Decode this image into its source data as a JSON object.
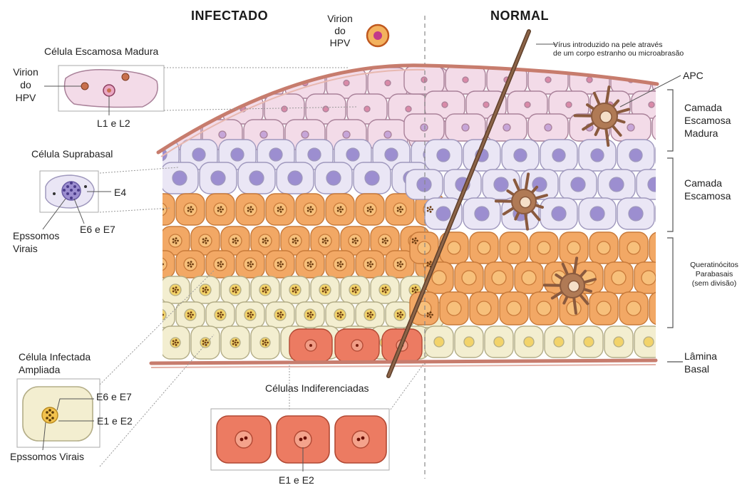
{
  "headers": {
    "infected": "INFECTADO",
    "normal": "NORMAL"
  },
  "top_virion": {
    "line1": "Virion",
    "line2": "do",
    "line3": "HPV"
  },
  "virus_note": {
    "line1": "Vírus introduzido na pele através",
    "line2": "de um corpo estranho ou microabrasão"
  },
  "left": {
    "mature_title": "Célula Escamosa Madura",
    "virion": {
      "line1": "Virion",
      "line2": "do",
      "line3": "HPV"
    },
    "l1l2": "L1 e L2",
    "suprabasal_title": "Célula Suprabasal",
    "e4": "E4",
    "e6e7": "E6 e E7",
    "epissomos": {
      "line1": "Epssomos",
      "line2": "Virais"
    },
    "infected_title": {
      "line1": "Célula Infectada",
      "line2": "Ampliada"
    },
    "infected_e6e7": "E6 e E7",
    "infected_e1e2": "E1 e E2",
    "infected_epissomos": "Epssomos Virais"
  },
  "bottom": {
    "undiff": "Células Indiferenciadas",
    "e1e2": "E1 e E2"
  },
  "right": {
    "apc": "APC",
    "mature": {
      "line1": "Camada",
      "line2": "Escamosa",
      "line3": "Madura"
    },
    "squamous": {
      "line1": "Camada",
      "line2": "Escamosa"
    },
    "parabasal": {
      "line1": "Queratinócitos",
      "line2": "Parabasais",
      "line3": "(sem divisão)"
    },
    "basal": {
      "line1": "Lâmina",
      "line2": "Basal"
    }
  },
  "colors": {
    "mature_fill": "#f3dbe8",
    "mature_stroke": "#a98199",
    "squamous_fill": "#eae6f5",
    "squamous_stroke": "#9f98bd",
    "nucleus_purple": "#9c8ed0",
    "parabasal_fill": "#f2a865",
    "parabasal_stroke": "#c87a3a",
    "basal_fill": "#f3eed0",
    "basal_stroke": "#b3ad87",
    "undiff_fill": "#ec7b62",
    "undiff_stroke": "#b14934",
    "membrane": "#c77c6d",
    "apc": "#8a5a3e",
    "needle": "#8c6448"
  }
}
